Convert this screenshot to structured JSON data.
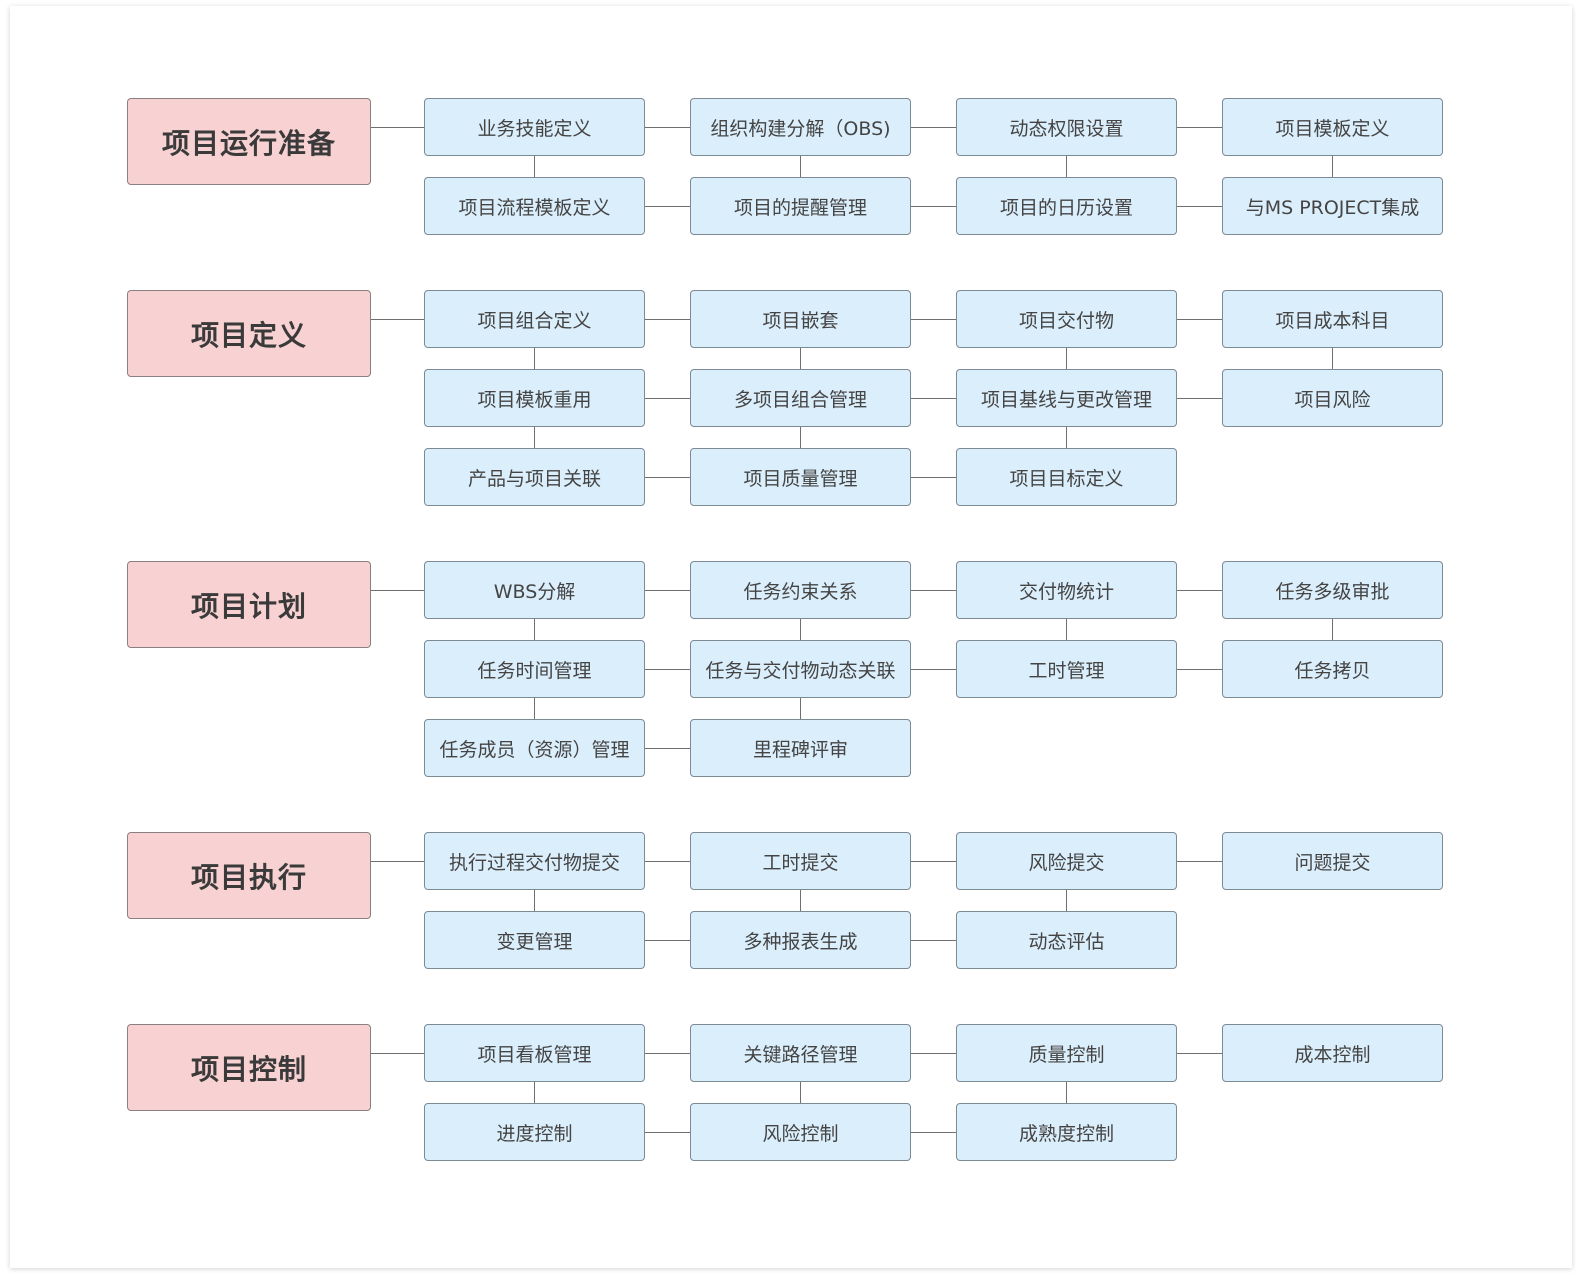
{
  "groups": [
    {
      "title": "项目运行准备",
      "rows": [
        [
          "业务技能定义",
          "组织构建分解（OBS)",
          "动态权限设置",
          "项目模板定义"
        ],
        [
          "项目流程模板定义",
          "项目的提醒管理",
          "项目的日历设置",
          "与MS PROJECT集成"
        ]
      ]
    },
    {
      "title": "项目定义",
      "rows": [
        [
          "项目组合定义",
          "项目嵌套",
          "项目交付物",
          "项目成本科目"
        ],
        [
          "项目模板重用",
          "多项目组合管理",
          "项目基线与更改管理",
          "项目风险"
        ],
        [
          "产品与项目关联",
          "项目质量管理",
          "项目目标定义"
        ]
      ]
    },
    {
      "title": "项目计划",
      "rows": [
        [
          "WBS分解",
          "任务约束关系",
          "交付物统计",
          "任务多级审批"
        ],
        [
          "任务时间管理",
          "任务与交付物动态关联",
          "工时管理",
          "任务拷贝"
        ],
        [
          "任务成员（资源）管理",
          "里程碑评审"
        ]
      ]
    },
    {
      "title": "项目执行",
      "rows": [
        [
          "执行过程交付物提交",
          "工时提交",
          "风险提交",
          "问题提交"
        ],
        [
          "变更管理",
          "多种报表生成",
          "动态评估"
        ]
      ]
    },
    {
      "title": "项目控制",
      "rows": [
        [
          "项目看板管理",
          "关键路径管理",
          "质量控制",
          "成本控制"
        ],
        [
          "进度控制",
          "风险控制",
          "成熟度控制"
        ]
      ]
    }
  ]
}
